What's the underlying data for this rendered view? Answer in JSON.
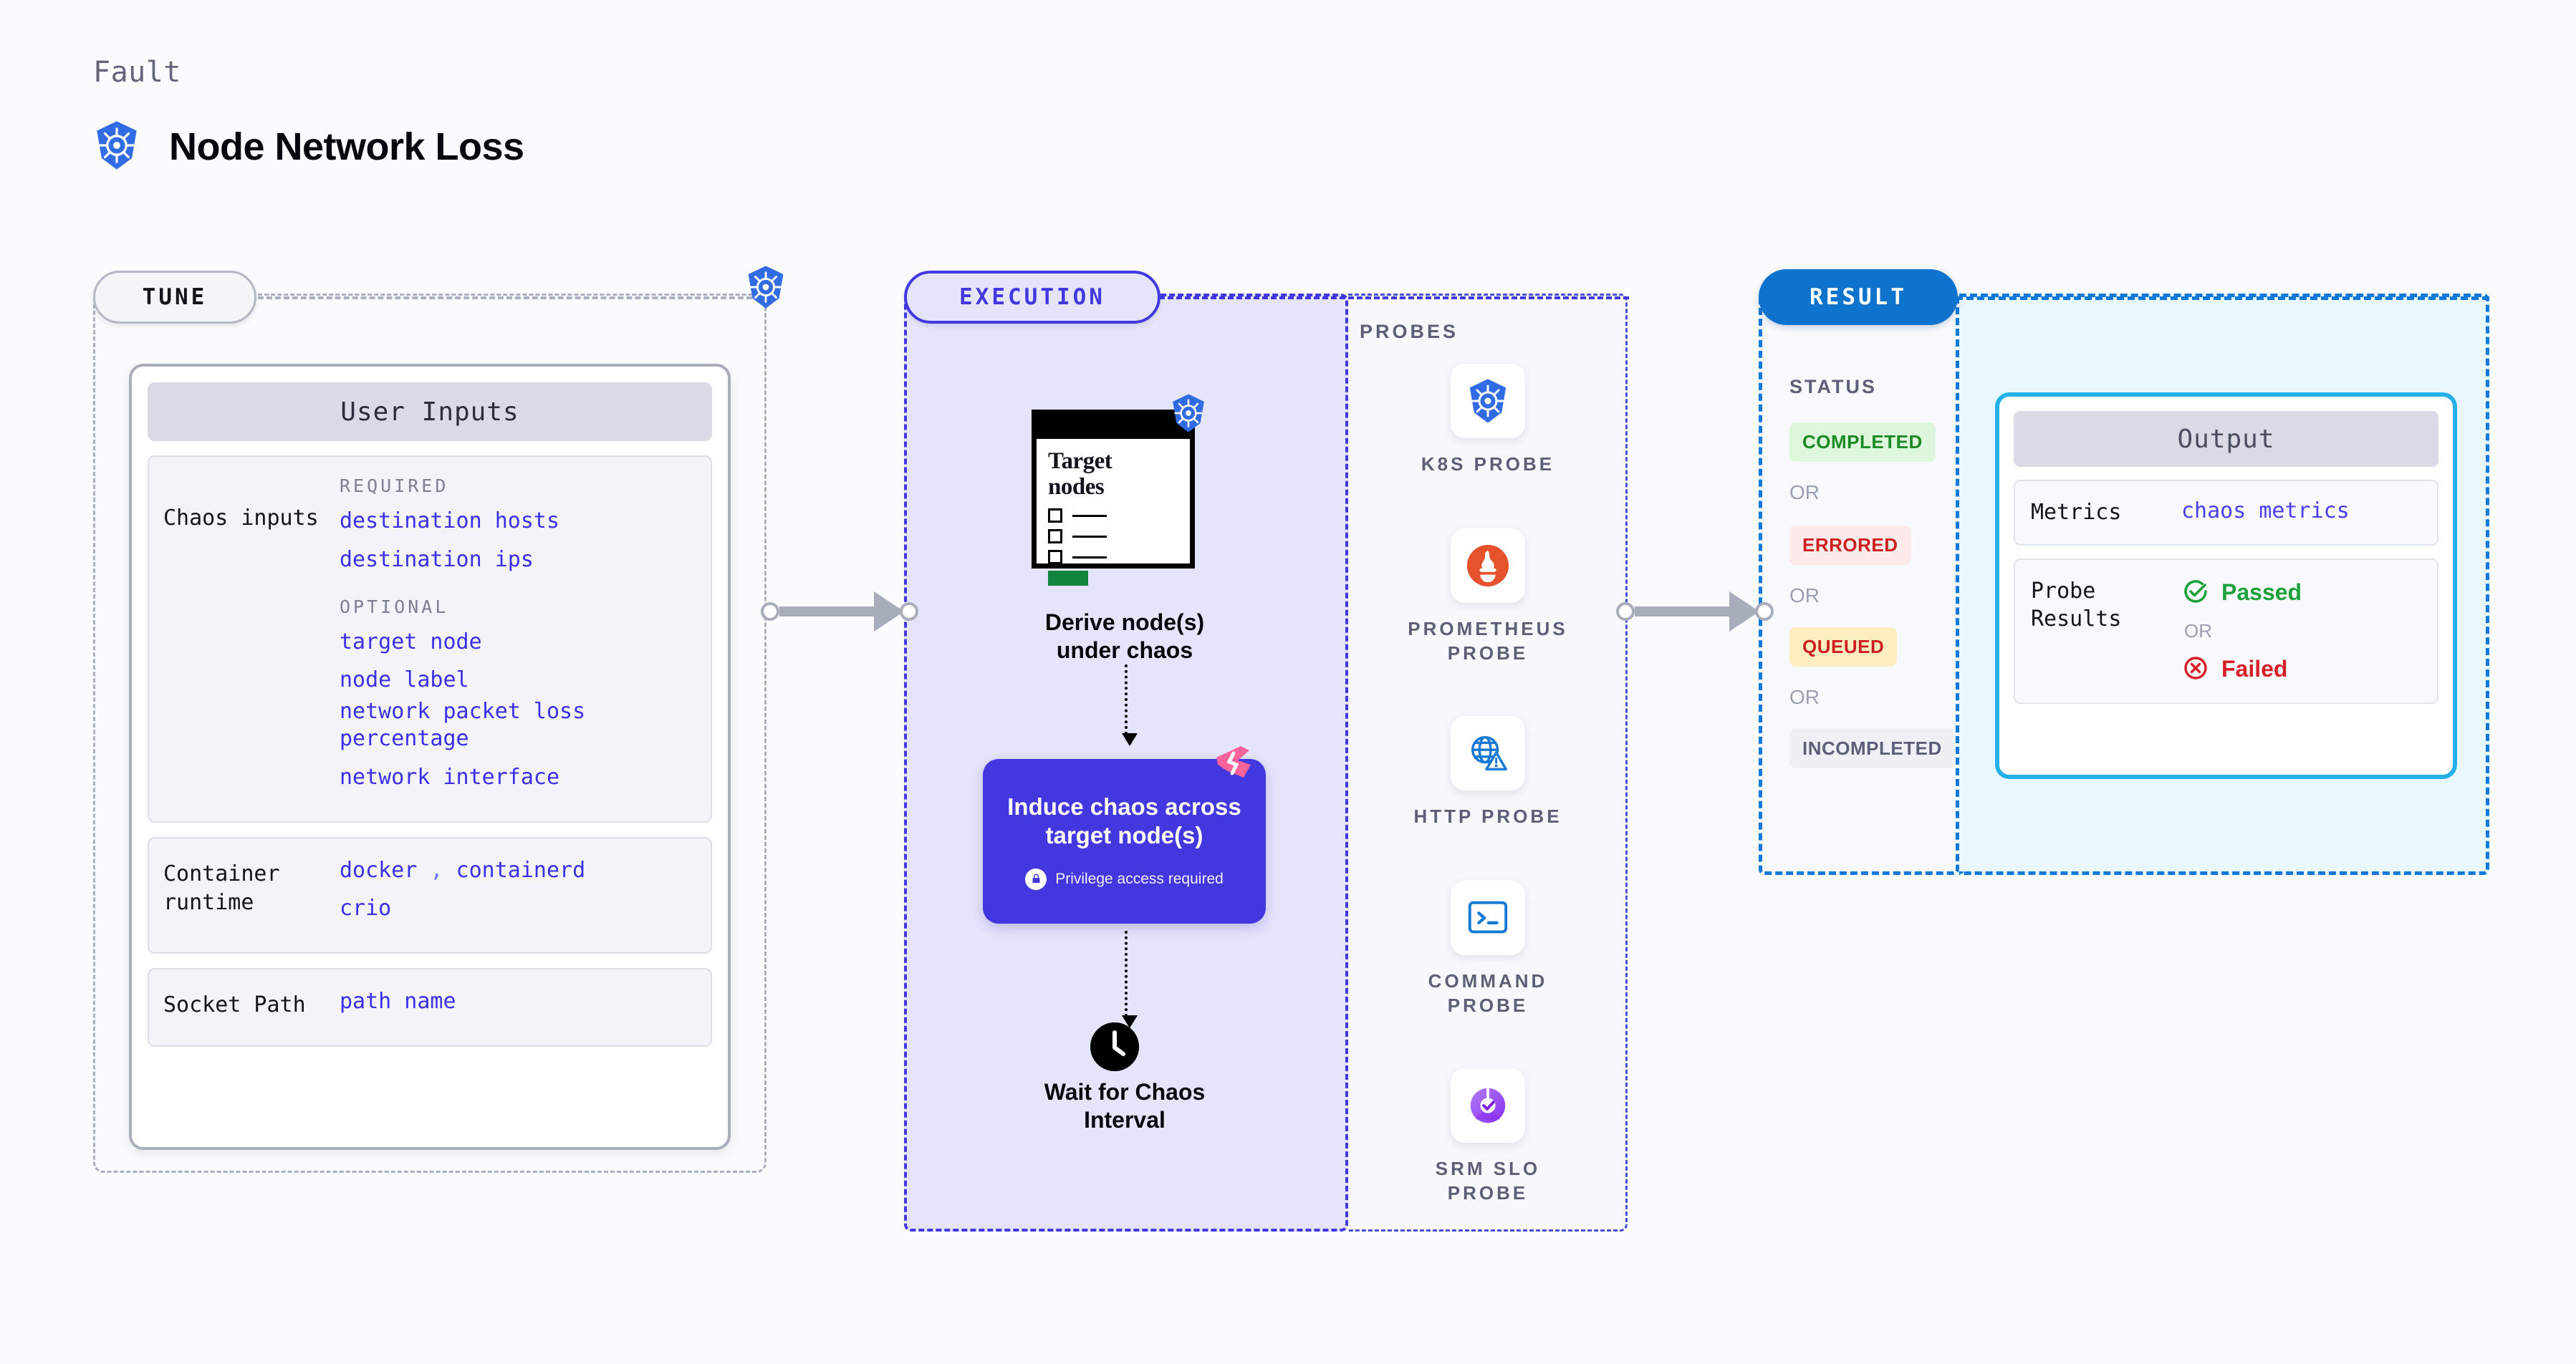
{
  "header": {
    "eyebrow": "Fault",
    "title": "Node Network Loss",
    "icon": "kubernetes-icon"
  },
  "tune": {
    "pill_label": "TUNE",
    "badge_icon": "kubernetes-icon",
    "card_title": "User Inputs",
    "rows": [
      {
        "label": "Chaos inputs",
        "groups": [
          {
            "title": "REQUIRED",
            "values": [
              "destination hosts",
              "destination ips"
            ]
          },
          {
            "title": "OPTIONAL",
            "values": [
              "target node",
              "node label",
              "network packet loss percentage",
              "network interface"
            ]
          }
        ]
      },
      {
        "label": "Container runtime",
        "values_line1": "docker",
        "separator": ",",
        "values_line1b": "containerd",
        "values_line2": "crio"
      },
      {
        "label": "Socket Path",
        "value": "path name"
      }
    ]
  },
  "execution": {
    "pill_label": "EXECUTION",
    "target_window": {
      "title_line1": "Target",
      "title_line2": "nodes",
      "badge_icon": "kubernetes-icon"
    },
    "step1_caption_line1": "Derive node(s)",
    "step1_caption_line2": "under chaos",
    "chaos_box": {
      "title_line1": "Induce chaos across",
      "title_line2": "target node(s)",
      "privilege_note": "Privilege access required",
      "lock_icon": "lock-icon",
      "ribbon_icon": "harness-ribbon-icon",
      "color": "#4338e0"
    },
    "step3_caption_line1": "Wait for Chaos",
    "step3_caption_line2": "Interval",
    "clock_icon": "clock-icon"
  },
  "probes": {
    "title": "PROBES",
    "items": [
      {
        "name_line1": "K8S",
        "name_line2": "PROBE",
        "icon": "kubernetes-icon"
      },
      {
        "name_line1": "PROMETHEUS",
        "name_line2": "PROBE",
        "icon": "prometheus-icon"
      },
      {
        "name_line1": "HTTP",
        "name_line2": "PROBE",
        "icon": "http-globe-warning-icon"
      },
      {
        "name_line1": "COMMAND",
        "name_line2": "PROBE",
        "icon": "terminal-icon"
      },
      {
        "name_line1": "SRM SLO",
        "name_line2": "PROBE",
        "icon": "srm-slo-gauge-icon"
      }
    ]
  },
  "result": {
    "pill_label": "RESULT",
    "status_title": "STATUS",
    "or_label": "OR",
    "statuses": [
      {
        "label": "COMPLETED",
        "bg": "#ddf7dd",
        "fg": "#1b8a24"
      },
      {
        "label": "ERRORED",
        "bg": "#fdeaea",
        "fg": "#cc1f1f"
      },
      {
        "label": "QUEUED",
        "bg": "#fdeec2",
        "fg": "#cc1f1f"
      },
      {
        "label": "INCOMPLETED",
        "bg": "#eef0f5",
        "fg": "#5c6076"
      }
    ],
    "output": {
      "card_title": "Output",
      "metrics_label": "Metrics",
      "metrics_value": "chaos metrics",
      "probe_results_label_line1": "Probe",
      "probe_results_label_line2": "Results",
      "passed_label": "Passed",
      "failed_label": "Failed",
      "or_label": "OR",
      "passed_icon": "check-circle-icon",
      "failed_icon": "x-circle-icon",
      "border_color": "#26b0e8"
    }
  }
}
